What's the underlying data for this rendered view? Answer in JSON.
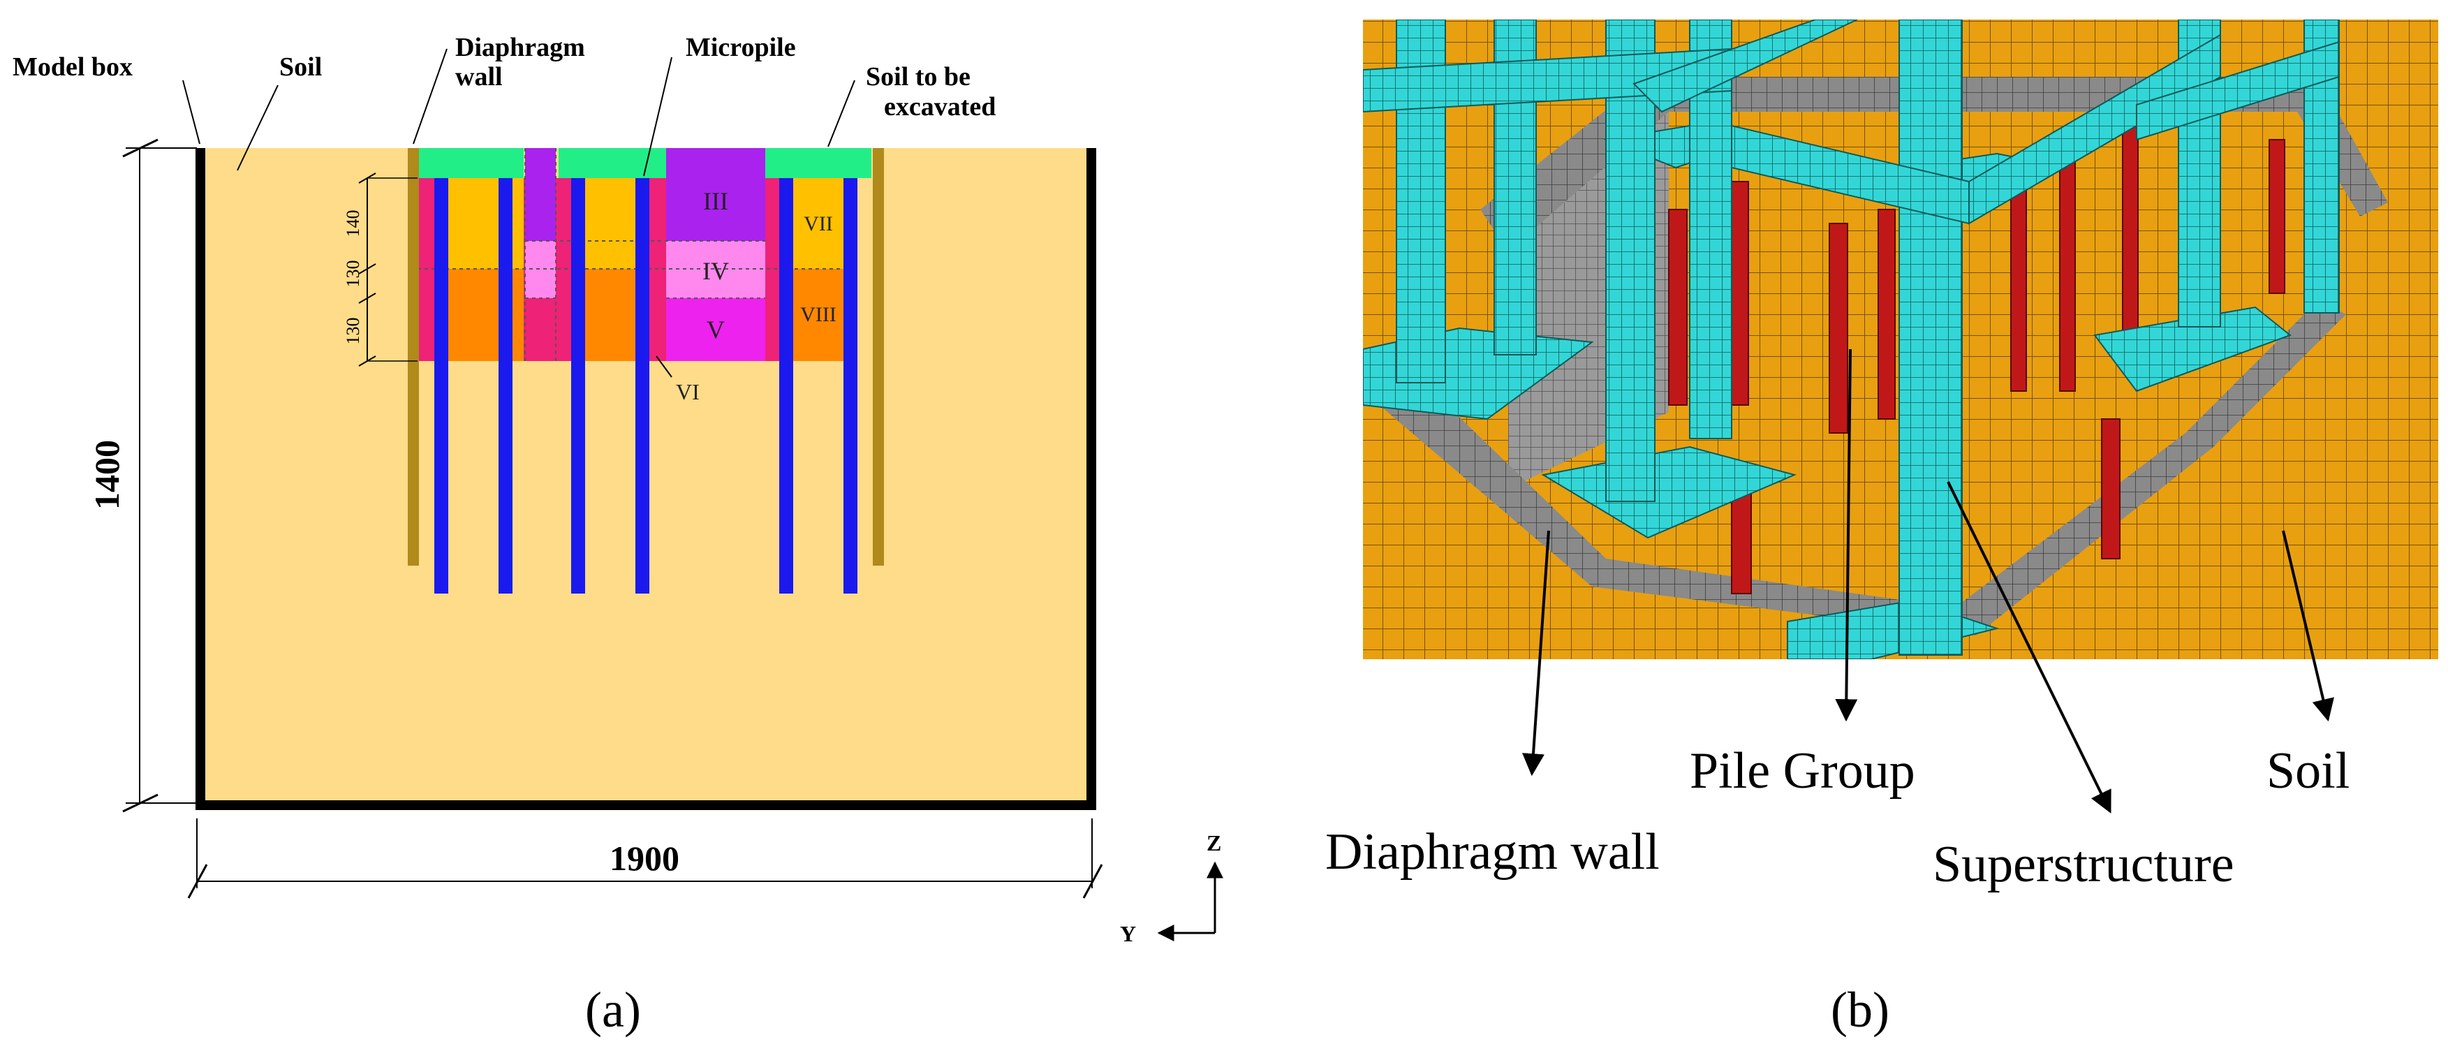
{
  "panel_a": {
    "labels": {
      "model_box": "Model box",
      "soil": "Soil",
      "diaphragm_wall_1": "Diaphragm",
      "diaphragm_wall_2": "wall",
      "micropile": "Micropile",
      "soil_excavated_1": "Soil to be",
      "soil_excavated_2": "excavated"
    },
    "zones": {
      "III": "III",
      "IV": "IV",
      "V": "V",
      "VI": "VI",
      "VII": "VII",
      "VIII": "VIII"
    },
    "dims": {
      "d1": "140",
      "d2": "130",
      "d3": "130",
      "height": "1400",
      "width": "1900"
    },
    "axes": {
      "z": "Z",
      "y": "Y"
    },
    "colors": {
      "soil": "#FEDC89",
      "box": "#000000",
      "wall": "#B08A1A",
      "pile": "#1A1AEE",
      "cap": "#22EE88",
      "zone_red": "#EE2277",
      "zone_orange": "#FF8800",
      "zone_yellow": "#FFC000",
      "zone_purple": "#AA22EE",
      "zone_magenta": "#EE22EE",
      "zone_pink": "#FF88EE"
    }
  },
  "panel_b": {
    "labels": {
      "pile_group": "Pile Group",
      "soil": "Soil",
      "diaphragm_wall": "Diaphragm wall",
      "superstructure": "Superstructure"
    },
    "colors": {
      "soil": "#E8A010",
      "structure": "#33D6D6",
      "wall": "#8A8A8A",
      "pile": "#C01818"
    }
  },
  "captions": {
    "a": "(a)",
    "b": "(b)"
  }
}
